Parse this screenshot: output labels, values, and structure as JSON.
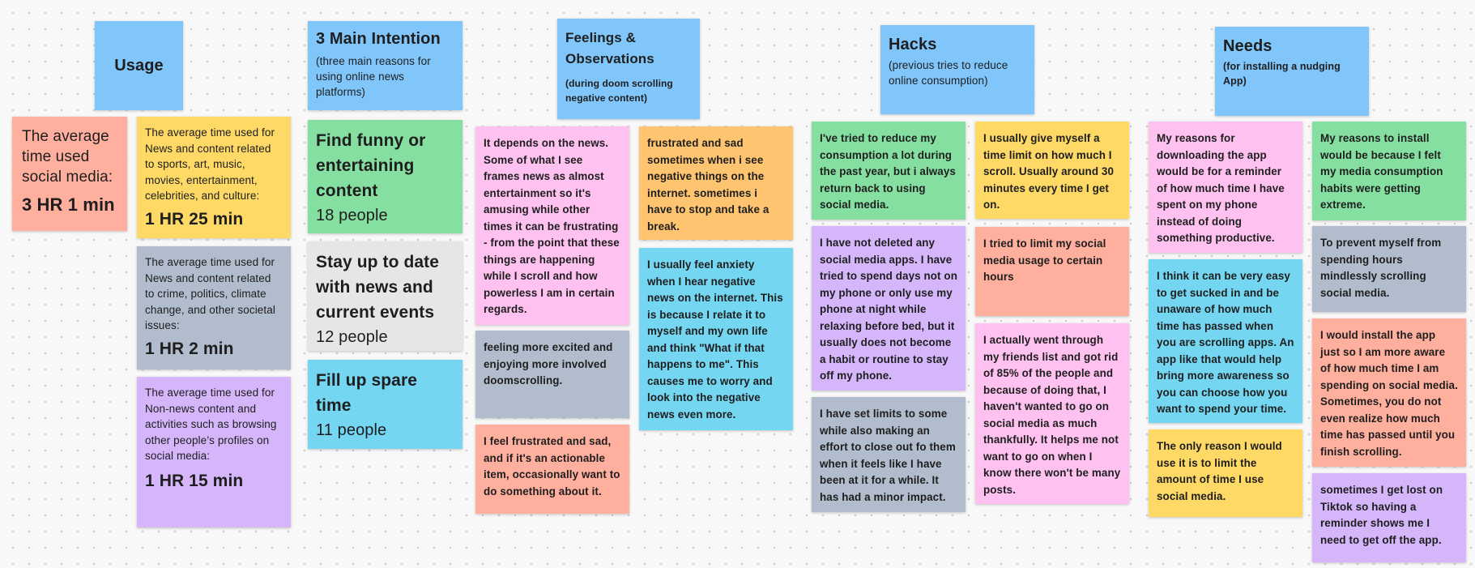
{
  "headers": {
    "usage": {
      "title": "Usage"
    },
    "intention": {
      "title": "3 Main Intention",
      "subtitle": "(three main reasons for using online news platforms)"
    },
    "feelings": {
      "title": "Feelings & Observations",
      "subtitle": "(during doom scrolling negative content)"
    },
    "hacks": {
      "title": "Hacks",
      "subtitle": "(previous tries to reduce online consumption)"
    },
    "needs": {
      "title": "Needs",
      "subtitle": "(for installing a nudging App)"
    }
  },
  "usage": {
    "average": {
      "label": "The average time used social media:",
      "value": "3 HR 1 min"
    },
    "news": {
      "label": "The average time used for News and content related to sports, art, music, movies, entertainment, celebrities, and culture:",
      "value": "1 HR 25 min"
    },
    "crime": {
      "label": "The average time used for News and content related to crime, politics, climate change, and other societal issues:",
      "value": "1 HR 2 min"
    },
    "nonnews": {
      "label": "The average time used for Non-news content and activities such as browsing other people’s profiles on social media:",
      "value": "1 HR 15 min"
    }
  },
  "intentions": [
    {
      "title": "Find funny or entertaining content",
      "count": "18 people"
    },
    {
      "title": "Stay up to date with news and current events",
      "count": "12 people"
    },
    {
      "title": "Fill up spare time",
      "count": "11 people"
    }
  ],
  "feelings": [
    "It depends on the news. Some of what I see frames news as almost entertainment so it's amusing while other times it can be frustrating - from the point that these things are happening while I scroll and how powerless I am in certain regards.",
    "feeling more excited and enjoying more involved doomscrolling.",
    "I feel frustrated and sad, and if it's an actionable item, occasionally want to do something about it.",
    "frustrated and sad sometimes when i see negative things on the internet. sometimes i have to stop and take a break.",
    "I usually feel anxiety when I hear negative news on the internet. This is because I relate it to myself and my own life and think \"What if that happens to me\". This causes me to worry and look into the negative news even more."
  ],
  "hacks": [
    "I've tried to reduce my consumption a lot during the past year, but i always return back to using social media.",
    "I have not deleted any social media apps. I have tried to spend days not on my phone or only use my phone at night while relaxing before bed, but it usually does not become a habit or routine to stay off my phone.",
    "I have set limits to some while also making an effort to close out fo them when it feels like I have been at it for a while. It has had a minor impact.",
    "I usually give myself a time limit on how much I scroll. Usually around 30 minutes every time I get on.",
    "I tried to limit my social media usage to certain hours",
    "I actually went through my friends list and got rid of 85% of the people and because of doing that, I haven't wanted to go on social media as much thankfully. It helps me not want to go on when I know there won't be many posts."
  ],
  "needs": [
    "My reasons for downloading the app would be for a reminder of how much time I have spent on my phone instead of doing something productive.",
    "I think it can be very easy to get sucked in and be unaware of how much time has passed when you are scrolling apps. An app like that would help bring more awareness so you can choose how you want to spend your time.",
    "The only reason I would use it is to limit the amount of time I use social media.",
    "My reasons to install would be because I felt my media consumption habits were getting extreme.",
    "To prevent myself from spending hours mindlessly scrolling social media.",
    "I would install the app just so I am more aware of how much time I am spending on social media. Sometimes, you do not even realize how much time has passed until you finish scrolling.",
    "sometimes I get lost on Tiktok so having a reminder shows me I need to get off the app."
  ],
  "colors": {
    "blue": "#80c6fb",
    "pink": "#fec1f0",
    "orange": "#ffc470",
    "cyan": "#74d6f1",
    "slate": "#b1bccd",
    "salmon": "#ffaf9e",
    "green": "#85dfa0",
    "yellow": "#fed966",
    "lilac": "#d5b6fb",
    "gray": "#e6e6e6"
  }
}
